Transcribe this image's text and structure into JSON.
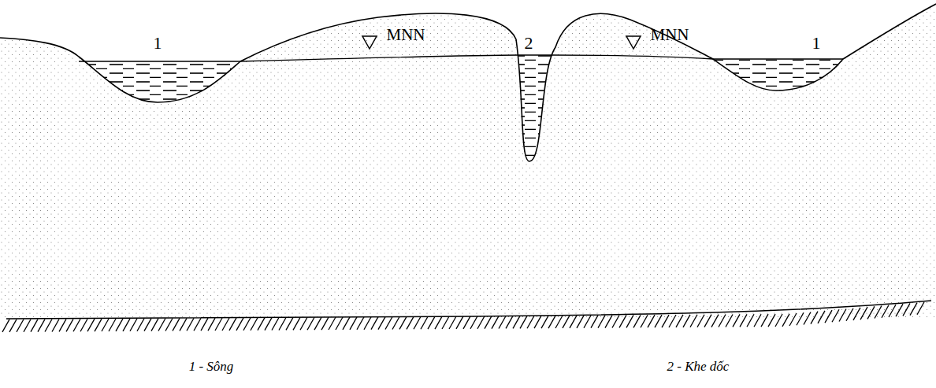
{
  "diagram": {
    "labels": [
      "1",
      "MNN",
      "2",
      "MNN",
      "1",
      "1 - Sông",
      "2 - Khe dốc"
    ]
  }
}
